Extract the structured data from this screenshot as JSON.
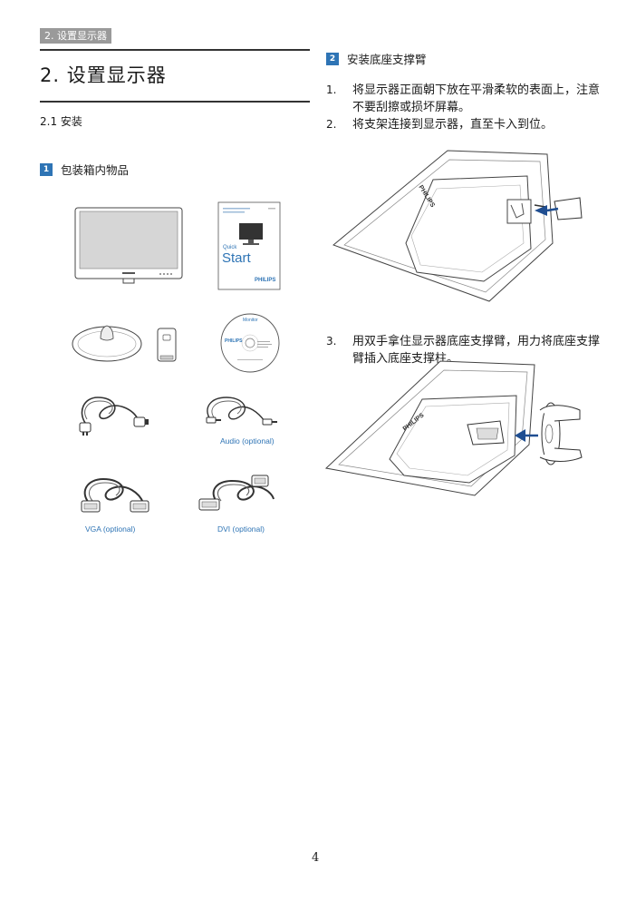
{
  "header": {
    "tag": "2. 设置显示器"
  },
  "chapter": {
    "title": "2. 设置显示器"
  },
  "section": {
    "title": "2.1 安装"
  },
  "box": {
    "number": "1",
    "heading": "包装箱内物品",
    "qsg": {
      "line1": "Quick",
      "line2": "Start",
      "brand": "PHILIPS"
    },
    "cd": {
      "line1": "Monitor",
      "brand": "PHILIPS"
    },
    "captions": {
      "audio": "Audio (optional)",
      "vga": "VGA (optional)",
      "dvi": "DVI (optional)"
    }
  },
  "stand": {
    "number": "2",
    "heading": "安装底座支撑臂",
    "steps": [
      {
        "num": "1.",
        "text": "将显示器正面朝下放在平滑柔软的表面上，注意不要刮擦或损坏屏幕。"
      },
      {
        "num": "2.",
        "text": "将支架连接到显示器，直至卡入到位。"
      },
      {
        "num": "3.",
        "text": "用双手拿住显示器底座支撑臂，用力将底座支撑臂插入底座支撑柱。"
      }
    ],
    "monitor_brand": "PHILIPS"
  },
  "page": {
    "number": "4"
  },
  "colors": {
    "accent": "#2e74b5",
    "tag_bg": "#9a9a9a"
  }
}
